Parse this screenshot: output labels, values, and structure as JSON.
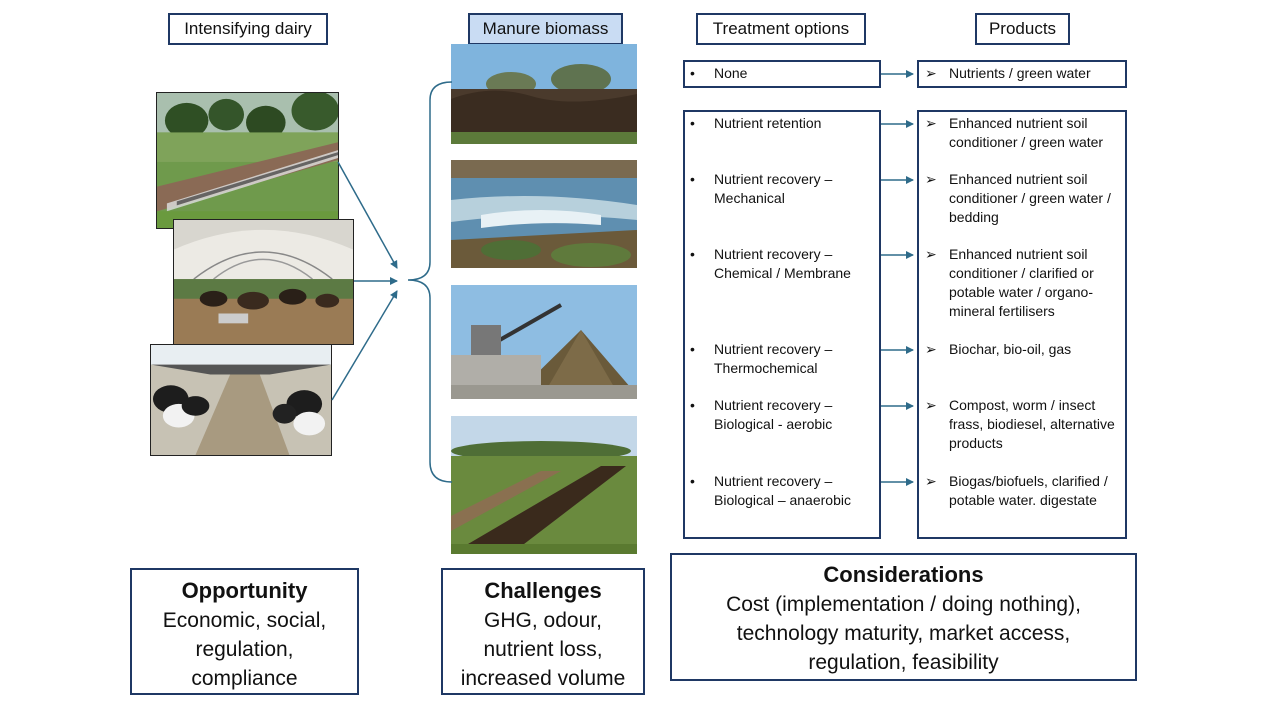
{
  "headers": {
    "dairy": "Intensifying dairy",
    "manure": "Manure biomass",
    "treatment": "Treatment options",
    "products": "Products"
  },
  "bullet_symbol": "•",
  "arrow_symbol": "➢",
  "treatments": [
    "None",
    "Nutrient retention",
    "Nutrient recovery – Mechanical",
    "Nutrient recovery – Chemical / Membrane",
    "Nutrient recovery – Thermochemical",
    "Nutrient recovery – Biological - aerobic",
    "Nutrient recovery – Biological – anaerobic"
  ],
  "products": [
    "Nutrients / green water",
    "Enhanced nutrient soil conditioner / green water",
    "Enhanced nutrient soil conditioner / green water / bedding",
    "Enhanced nutrient soil conditioner / clarified or potable water / organo-mineral fertilisers",
    "Biochar, bio-oil, gas",
    "Compost, worm / insect frass, biodiesel, alternative products",
    "Biogas/biofuels, clarified / potable water. digestate"
  ],
  "boxes": {
    "opportunity": {
      "title": "Opportunity",
      "lines": [
        "Economic, social,",
        "regulation,",
        "compliance"
      ]
    },
    "challenges": {
      "title": "Challenges",
      "lines": [
        "GHG, odour,",
        "nutrient loss,",
        "increased volume"
      ]
    },
    "considerations": {
      "title": "Considerations",
      "lines": [
        "Cost (implementation / doing nothing),",
        "technology maturity, market access,",
        "regulation, feasibility"
      ]
    }
  },
  "colors": {
    "border": "#1f3864",
    "arrow": "#2e6b8a",
    "header_blue": "#c9dcf3"
  }
}
